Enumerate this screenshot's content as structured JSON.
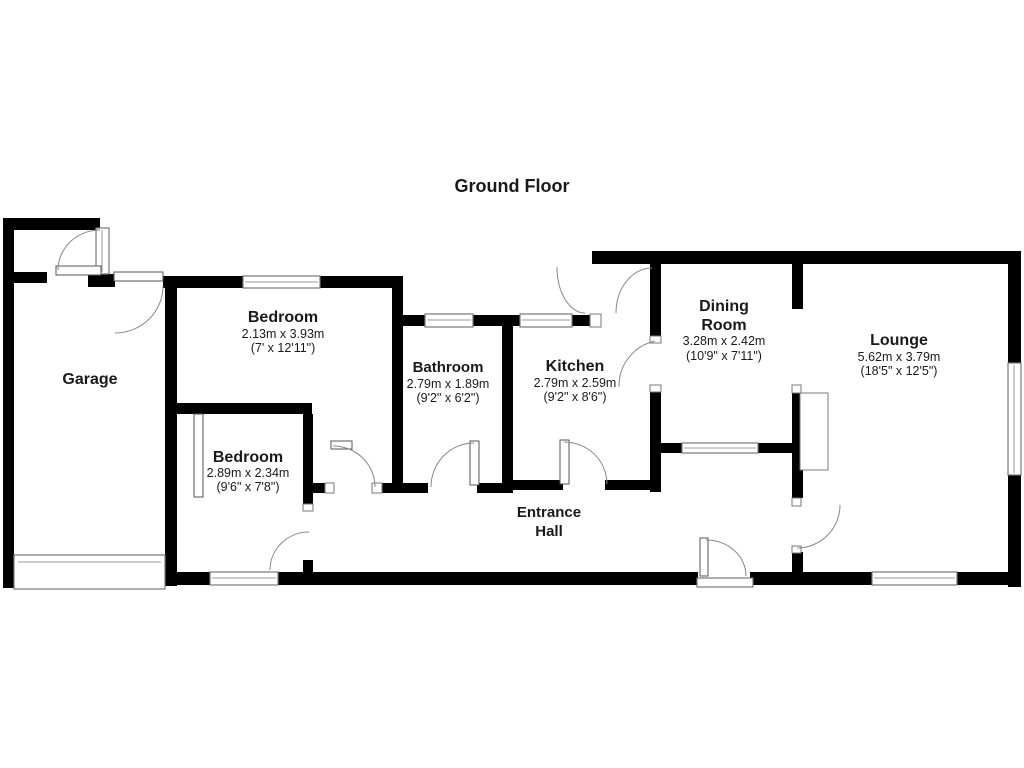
{
  "title": "Ground Floor",
  "colors": {
    "wall": "#000000",
    "background": "#ffffff",
    "outline": "#777777",
    "arc": "#888888"
  },
  "rooms": {
    "garage": {
      "name": "Garage"
    },
    "bedroom1": {
      "name": "Bedroom",
      "metric": "2.13m x 3.93m",
      "imperial": "(7' x 12'11\")"
    },
    "bathroom": {
      "name": "Bathroom",
      "metric": "2.79m x 1.89m",
      "imperial": "(9'2\" x 6'2\")"
    },
    "kitchen": {
      "name": "Kitchen",
      "metric": "2.79m x 2.59m",
      "imperial": "(9'2\" x 8'6\")"
    },
    "dining": {
      "name_line1": "Dining",
      "name_line2": "Room",
      "metric": "3.28m x 2.42m",
      "imperial": "(10'9\" x 7'11\")"
    },
    "lounge": {
      "name": "Lounge",
      "metric": "5.62m x 3.79m",
      "imperial": "(18'5\" x 12'5\")"
    },
    "bedroom2": {
      "name": "Bedroom",
      "metric": "2.89m x 2.34m",
      "imperial": "(9'6\" x 7'8\")"
    },
    "hall": {
      "name_line1": "Entrance",
      "name_line2": "Hall"
    }
  }
}
